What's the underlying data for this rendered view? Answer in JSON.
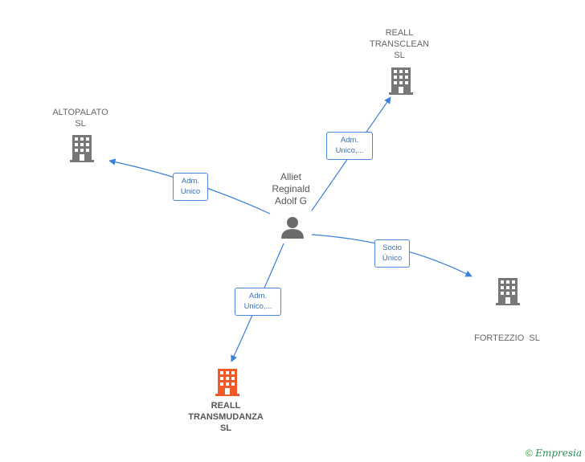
{
  "colors": {
    "edge": "#3a7fd9",
    "company": "#777777",
    "company_highlight": "#f05a28",
    "person": "#6b6b6b"
  },
  "person": {
    "name_line1": "Alliet",
    "name_line2": "Reginald",
    "name_line3": "Adolf G",
    "icon": "person-icon"
  },
  "companies": {
    "reall_transclean": {
      "line1": "REALL",
      "line2": "TRANSCLEAN",
      "line3": "SL",
      "icon": "building-icon"
    },
    "altopalato": {
      "line1": "ALTOPALATO",
      "line2": "SL",
      "icon": "building-icon"
    },
    "fortezzio": {
      "line1": "FORTEZZIO  SL",
      "icon": "building-icon"
    },
    "reall_transmudanza": {
      "line1": "REALL",
      "line2": "TRANSMUDANZA",
      "line3": "SL",
      "icon": "building-icon"
    }
  },
  "edges": {
    "transclean": {
      "line1": "Adm.",
      "line2": "Unico,..."
    },
    "altopalato": {
      "line1": "Adm.",
      "line2": "Unico"
    },
    "fortezzio": {
      "line1": "Socio",
      "line2": "Único"
    },
    "transmudanza": {
      "line1": "Adm.",
      "line2": "Unico,..."
    }
  },
  "footer": {
    "copyright": "©",
    "brand": "Empresia"
  }
}
